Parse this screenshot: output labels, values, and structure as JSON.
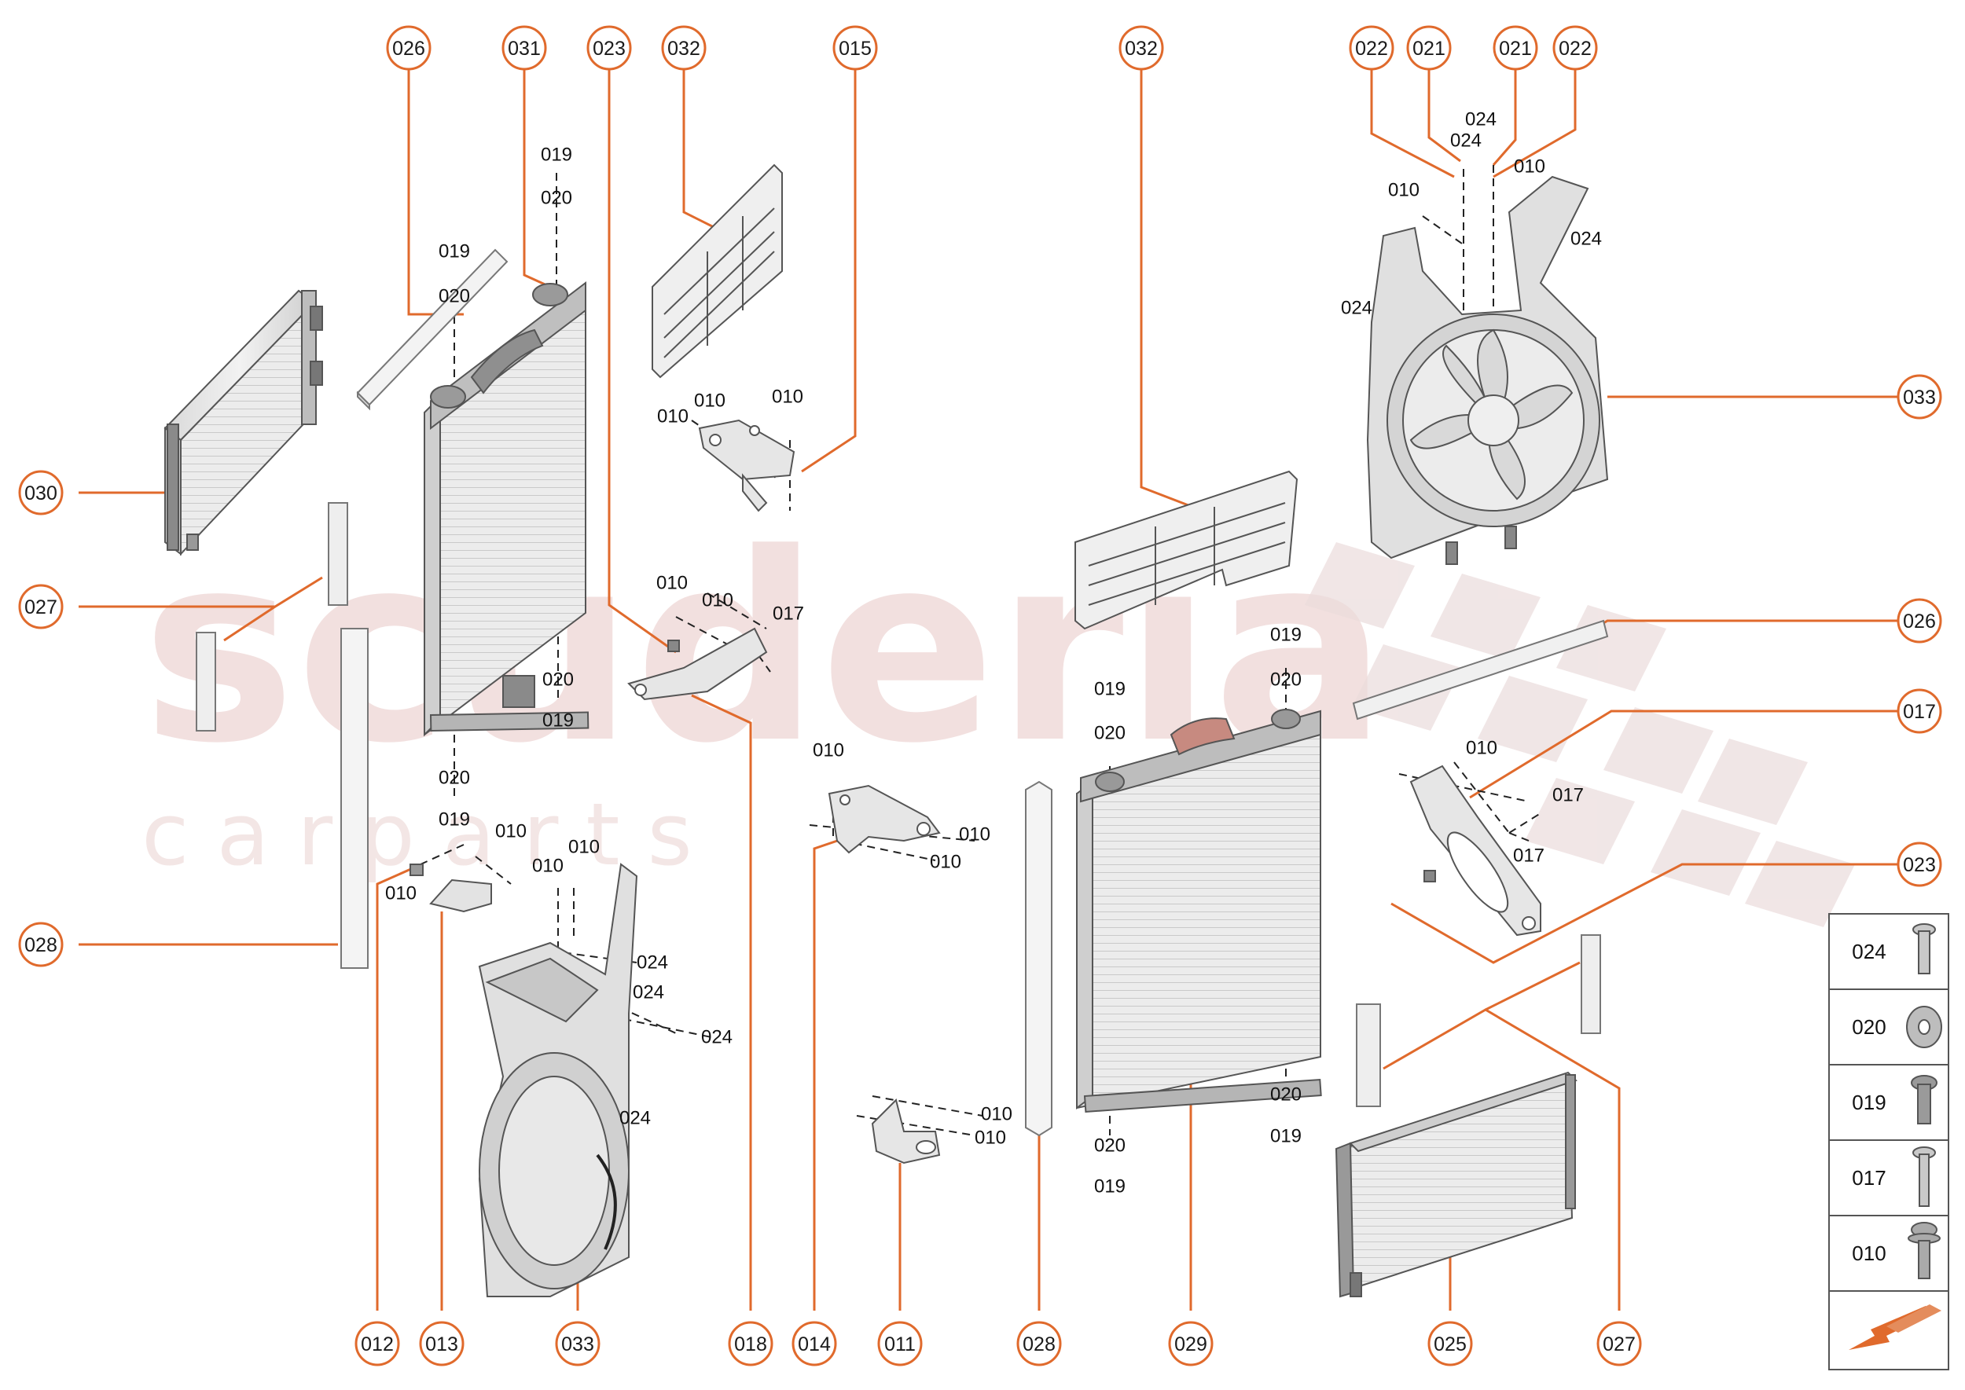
{
  "watermark": {
    "main": "scuderia",
    "sub": "c a r p a r t s"
  },
  "callouts": {
    "c026a": "026",
    "c031": "031",
    "c023a": "023",
    "c032a": "032",
    "c015": "015",
    "c032b": "032",
    "c022a": "022",
    "c021a": "021",
    "c021b": "021",
    "c022b": "022",
    "c033r": "033",
    "c030": "030",
    "c027l": "027",
    "c026r": "026",
    "c017r": "017",
    "c023r": "023",
    "c028l": "028",
    "c012": "012",
    "c013": "013",
    "c033b": "033",
    "c018": "018",
    "c014": "014",
    "c011": "011",
    "c028b": "028",
    "c029": "029",
    "c025": "025",
    "c027b": "027"
  },
  "labels": {
    "l1": "019",
    "l2": "020",
    "l3": "019",
    "l4": "020",
    "l5": "020",
    "l6": "019",
    "l7": "020",
    "l8": "019",
    "l9": "010",
    "l10": "010",
    "l11": "010",
    "l12": "010",
    "l13": "010",
    "l14": "017",
    "l15": "010",
    "l16": "010",
    "l17": "010",
    "l18": "010",
    "l19": "024",
    "l20": "024",
    "l21": "024",
    "l22": "024",
    "l23": "010",
    "l24": "010",
    "l25": "010",
    "l26": "010",
    "l27": "010",
    "l28": "019",
    "l29": "020",
    "l30": "019",
    "l31": "020",
    "l32": "020",
    "l33": "019",
    "l34": "020",
    "l35": "019",
    "l36": "024",
    "l37": "024",
    "l38": "010",
    "l39": "010",
    "l40": "024",
    "l41": "024",
    "l42": "010",
    "l43": "017",
    "l44": "017"
  },
  "legend": {
    "items": [
      {
        "code": "024",
        "icon": "screw-pan-head-icon"
      },
      {
        "code": "020",
        "icon": "washer-icon"
      },
      {
        "code": "019",
        "icon": "screw-torx-icon"
      },
      {
        "code": "017",
        "icon": "bolt-long-icon"
      },
      {
        "code": "010",
        "icon": "bolt-flange-icon"
      }
    ],
    "arrow_icon": "front-direction-arrow-icon"
  },
  "colors": {
    "callout": "#e06a2c",
    "line": "#e06a2c",
    "part_fill": "#e4e4e4",
    "part_stroke": "#555555",
    "watermark": "#e9c8c6"
  }
}
